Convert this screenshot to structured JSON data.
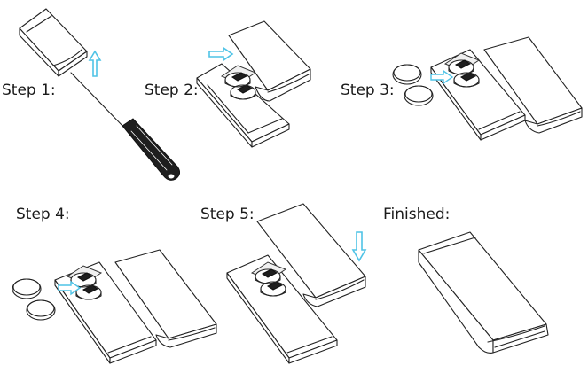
{
  "steps": [
    {
      "label": "Step 1:"
    },
    {
      "label": "Step 2:"
    },
    {
      "label": "Step 3:"
    },
    {
      "label": "Step 4:"
    },
    {
      "label": "Step 5:"
    },
    {
      "label": "Finished:"
    }
  ],
  "colors": {
    "arrow": "#4fc3e6",
    "line": "#222222",
    "background": "#ffffff"
  },
  "icons": [
    "screwdriver-icon",
    "up-arrow-icon",
    "right-arrow-icon",
    "down-arrow-icon",
    "coin-battery-icon",
    "remote-cover-icon",
    "remote-base-icon"
  ]
}
